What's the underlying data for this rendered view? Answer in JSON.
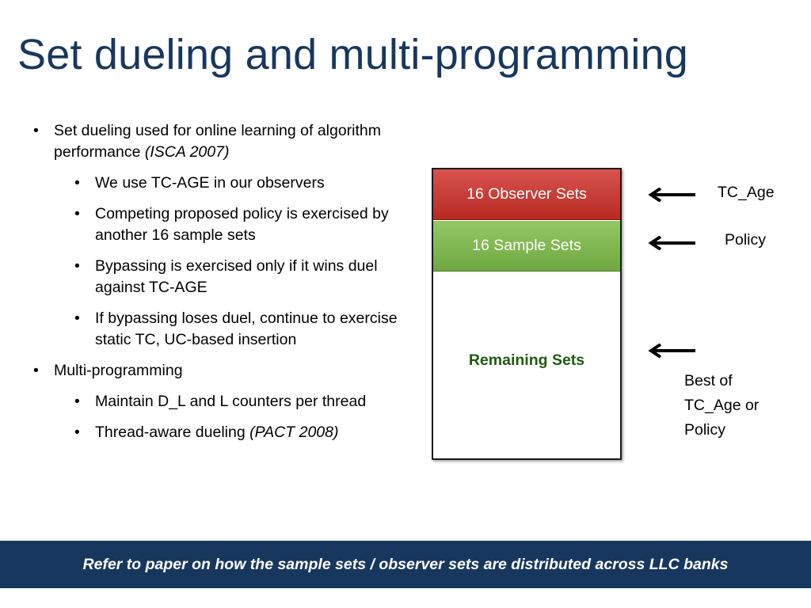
{
  "title": "Set dueling and multi-programming",
  "bullets": {
    "b1_text": "Set dueling used for online learning of algorithm performance",
    "b1_cite": "(ISCA 2007)",
    "b1_sub1": "We use TC-AGE in our observers",
    "b1_sub2": "Competing proposed policy is exercised by another 16 sample sets",
    "b1_sub3": "Bypassing is exercised only if it wins duel against TC-AGE",
    "b1_sub4": "If bypassing loses duel, continue to exercise static TC, UC-based insertion",
    "b2_text": "Multi-programming",
    "b2_sub1": "Maintain D_L and L counters per thread",
    "b2_sub2_text": "Thread-aware dueling",
    "b2_sub2_cite": "(PACT 2008)"
  },
  "diagram": {
    "observer_label": "16 Observer Sets",
    "sample_label": "16 Sample Sets",
    "remaining_label": "Remaining Sets",
    "observer_color": "#C9302C",
    "sample_color": "#7CB74E",
    "remaining_text_color": "#1F5A0F",
    "tc_age_label": "TC_Age",
    "policy_label": "Policy",
    "best_line1": "Best of",
    "best_line2": "TC_Age or",
    "best_line3": "Policy"
  },
  "footer": {
    "text": "Refer to paper on how the sample sets / observer sets are distributed across LLC banks",
    "color": "#17375E"
  }
}
